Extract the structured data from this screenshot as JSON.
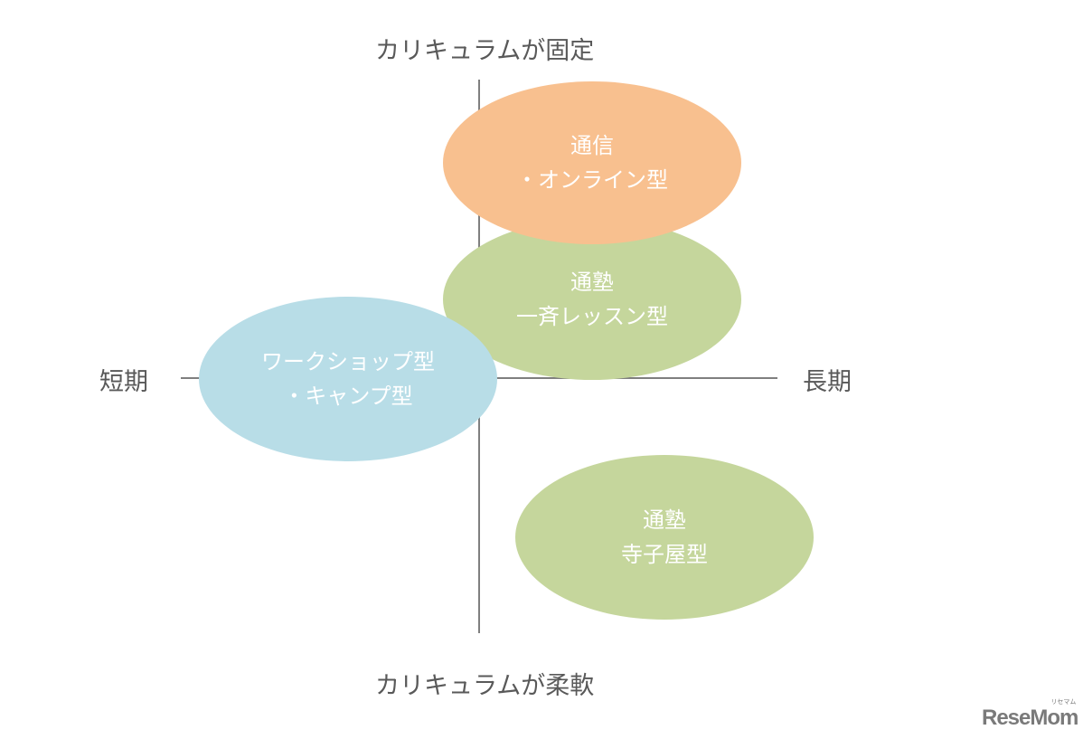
{
  "axes": {
    "top": "カリキュラムが固定",
    "bottom": "カリキュラムが柔軟",
    "left": "短期",
    "right": "長期"
  },
  "ellipses": [
    {
      "line1": "通信",
      "line2": "・オンライン型",
      "color": "#f8c08f"
    },
    {
      "line1": "通塾",
      "line2": "一斉レッスン型",
      "color": "#c5d69c"
    },
    {
      "line1": "ワークショップ型",
      "line2": "・キャンプ型",
      "color": "#b8dde7"
    },
    {
      "line1": "通塾",
      "line2": "寺子屋型",
      "color": "#c5d69c"
    }
  ],
  "logo": {
    "text": "ReseMom",
    "kana": "リセマム"
  }
}
